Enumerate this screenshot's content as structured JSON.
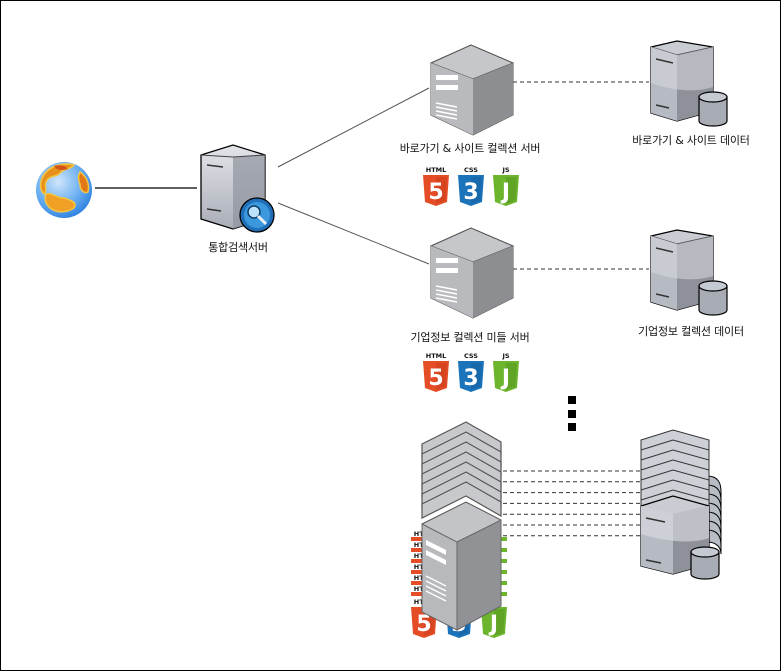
{
  "diagram": {
    "nodes": {
      "internet": {
        "label": "",
        "icon": "globe-icon"
      },
      "search_server": {
        "label": "통합검색서버",
        "icon": "search-server-icon"
      },
      "shortcut_server": {
        "label": "바로가기 & 사이트 컬렉션 서버",
        "icon": "tower-server-icon"
      },
      "shortcut_data": {
        "label": "바로가기 & 사이트 데이터",
        "icon": "database-server-icon"
      },
      "company_server": {
        "label": "기업정보 컬렉션 미들 서버",
        "icon": "tower-server-icon"
      },
      "company_data": {
        "label": "기업정보 컬렉션 데이터",
        "icon": "database-server-icon"
      },
      "server_cluster": {
        "label": "",
        "icon": "server-stack-icon"
      },
      "data_cluster": {
        "label": "",
        "icon": "database-stack-icon"
      }
    },
    "tech_badges": [
      {
        "name": "HTML",
        "glyph": "5",
        "color": "#e44d26",
        "dark": "#c53a1a"
      },
      {
        "name": "CSS",
        "glyph": "3",
        "color": "#1b73ba",
        "dark": "#135d9b"
      },
      {
        "name": "JS",
        "glyph": "J",
        "color": "#6cb52d",
        "dark": "#529120"
      }
    ],
    "ellipsis": "⋮",
    "edges": [
      {
        "from": "internet",
        "to": "search_server",
        "style": "solid"
      },
      {
        "from": "search_server",
        "to": "shortcut_server",
        "style": "solid"
      },
      {
        "from": "search_server",
        "to": "company_server",
        "style": "solid"
      },
      {
        "from": "shortcut_server",
        "to": "shortcut_data",
        "style": "dashed"
      },
      {
        "from": "company_server",
        "to": "company_data",
        "style": "dashed"
      },
      {
        "from": "server_cluster",
        "to": "data_cluster",
        "style": "dashed",
        "count": 7
      }
    ]
  }
}
